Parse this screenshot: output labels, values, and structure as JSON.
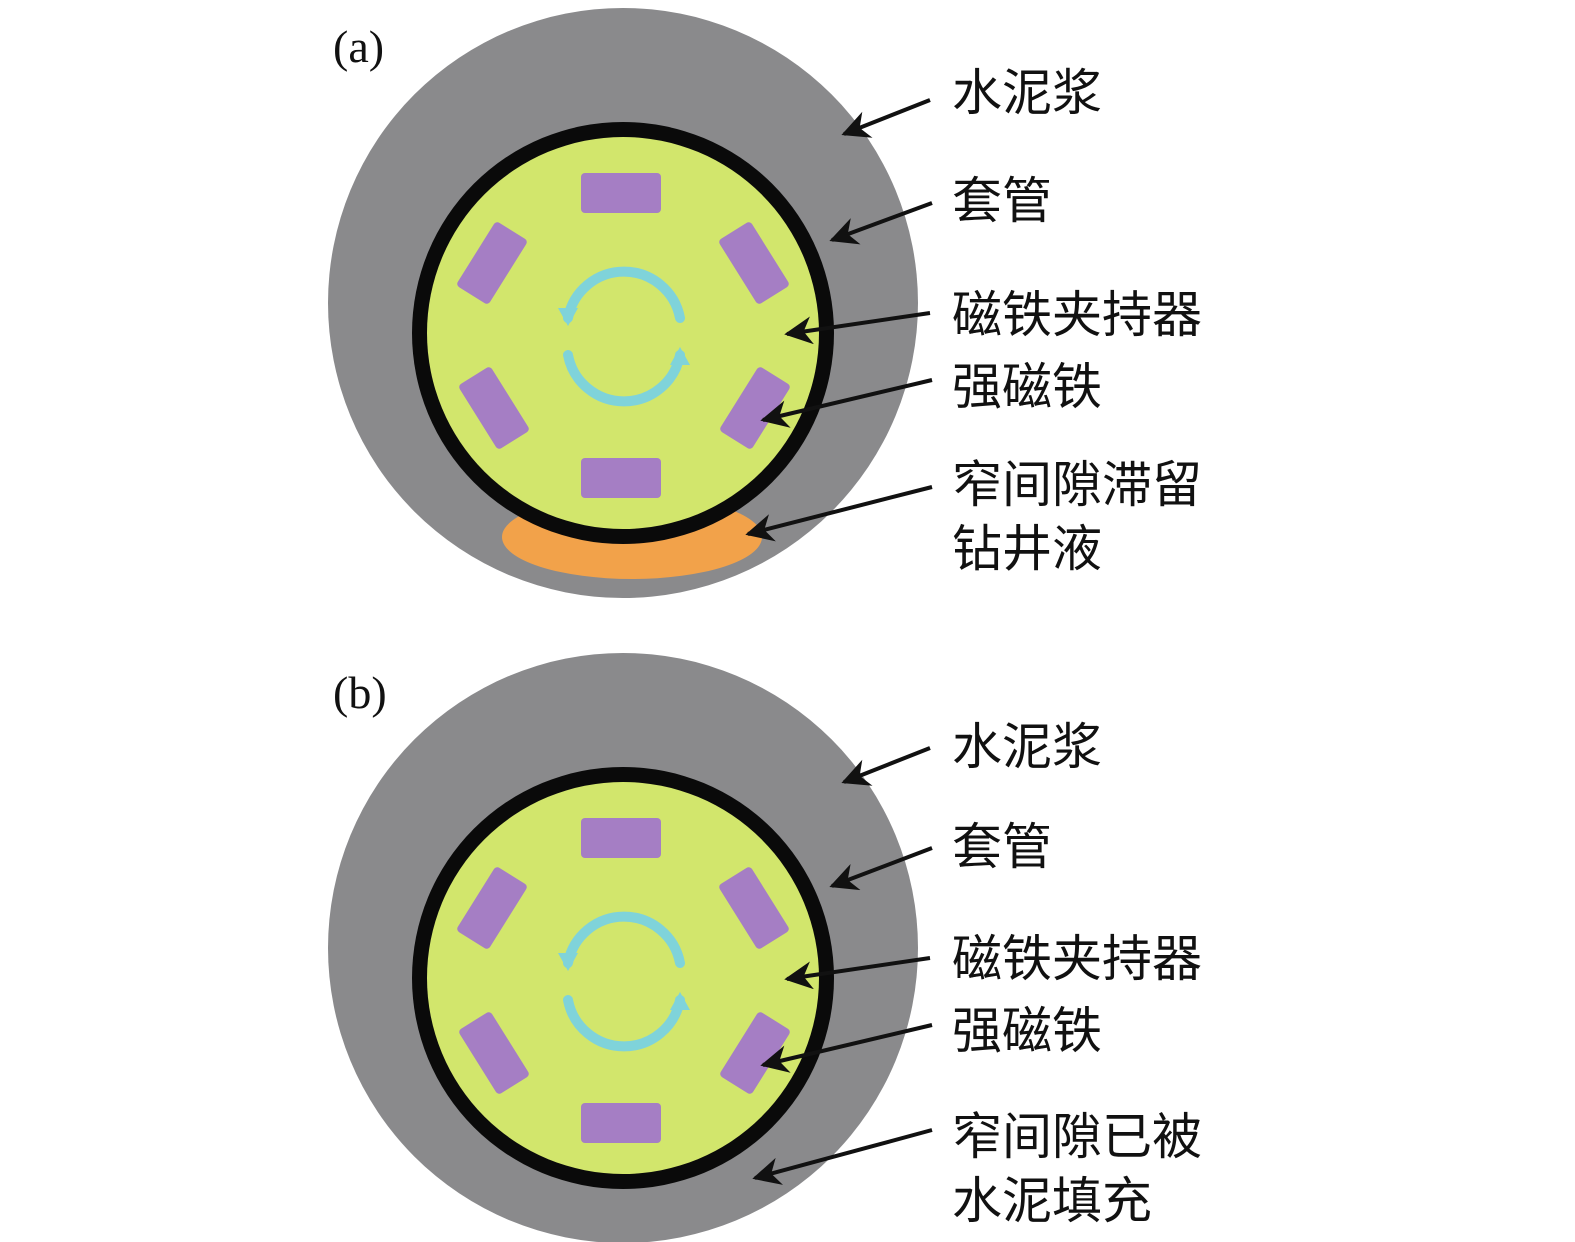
{
  "colors": {
    "cement": "#8a8a8c",
    "casing": "#0a0a0a",
    "holder": "#d2e66c",
    "magnet": "#a57ec4",
    "rotation_arrow": "#7fd3da",
    "trapped_fluid": "#f2a24a",
    "text": "#111111"
  },
  "icons": {
    "rotation": "rotation-arrows-icon"
  },
  "panels": [
    {
      "id": "a",
      "label": "(a)",
      "labels": {
        "cement": "水泥浆",
        "casing": "套管",
        "holder": "磁铁夹持器",
        "magnet": "强磁铁",
        "gap_line1": "窄间隙滞留",
        "gap_line2": "钻井液"
      }
    },
    {
      "id": "b",
      "label": "(b)",
      "labels": {
        "cement": "水泥浆",
        "casing": "套管",
        "holder": "磁铁夹持器",
        "magnet": "强磁铁",
        "gap_line1": "窄间隙已被",
        "gap_line2": "水泥填充"
      }
    }
  ]
}
